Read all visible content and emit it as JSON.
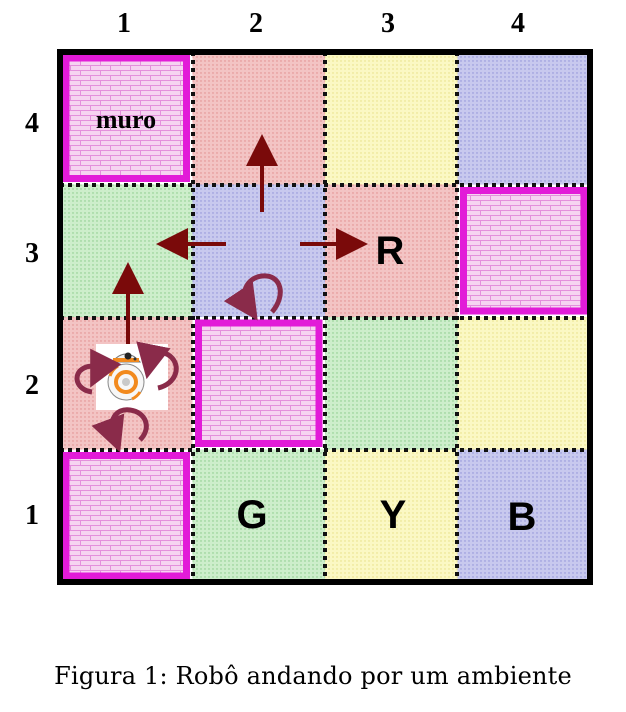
{
  "column_labels": [
    "1",
    "2",
    "3",
    "4"
  ],
  "row_labels": [
    "4",
    "3",
    "2",
    "1"
  ],
  "wall_text": "muro",
  "cells": [
    [
      "wall",
      "red",
      "yellow",
      "blue"
    ],
    [
      "green",
      "blue",
      "red",
      "wall"
    ],
    [
      "red",
      "wall",
      "green",
      "yellow"
    ],
    [
      "wall",
      "green",
      "yellow",
      "blue"
    ]
  ],
  "cell_letters": {
    "R": "R",
    "G": "G",
    "Y": "Y",
    "B": "B"
  },
  "colors": {
    "red": "#f3c4c4",
    "green": "#c9ecc8",
    "yellow": "#fbf7bd",
    "blue": "#c5c6ec",
    "wall_border": "#e21bd8",
    "wall_fill": "#f5cdf0",
    "arrow": "#7a0a0a",
    "rotate_arrow": "#8a2b4a",
    "grid_border": "#000000"
  },
  "caption": "Figura 1: Robô andando por um ambiente"
}
